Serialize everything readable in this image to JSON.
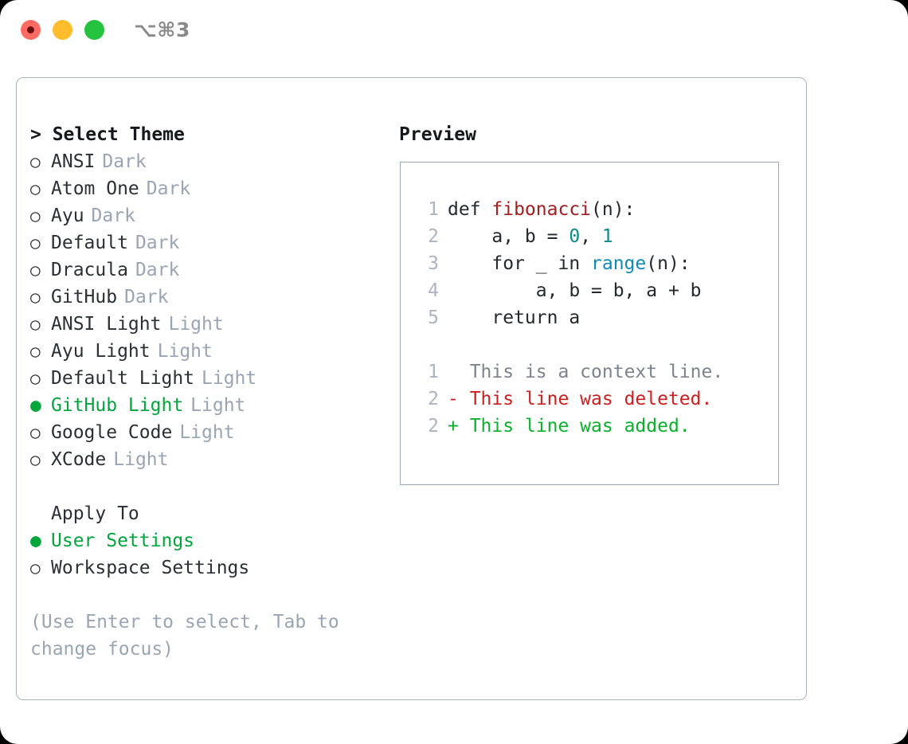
{
  "titlebar": {
    "shortcut": "⌥⌘3",
    "buttons": [
      {
        "name": "close",
        "color": "#ff6b63"
      },
      {
        "name": "minimize",
        "color": "#ffbd2e"
      },
      {
        "name": "maximize",
        "color": "#25c23f"
      }
    ]
  },
  "theme_picker": {
    "header": "> Select Theme",
    "options": [
      {
        "bullet": "○",
        "label": "ANSI",
        "tag": "Dark",
        "selected": false
      },
      {
        "bullet": "○",
        "label": "Atom One",
        "tag": "Dark",
        "selected": false
      },
      {
        "bullet": "○",
        "label": "Ayu",
        "tag": "Dark",
        "selected": false
      },
      {
        "bullet": "○",
        "label": "Default",
        "tag": "Dark",
        "selected": false
      },
      {
        "bullet": "○",
        "label": "Dracula",
        "tag": "Dark",
        "selected": false
      },
      {
        "bullet": "○",
        "label": "GitHub",
        "tag": "Dark",
        "selected": false
      },
      {
        "bullet": "○",
        "label": "ANSI Light",
        "tag": "Light",
        "selected": false
      },
      {
        "bullet": "○",
        "label": "Ayu Light",
        "tag": "Light",
        "selected": false
      },
      {
        "bullet": "○",
        "label": "Default Light",
        "tag": "Light",
        "selected": false
      },
      {
        "bullet": "●",
        "label": "GitHub Light",
        "tag": "Light",
        "selected": true
      },
      {
        "bullet": "○",
        "label": "Google Code",
        "tag": "Light",
        "selected": false
      },
      {
        "bullet": "○",
        "label": "XCode",
        "tag": "Light",
        "selected": false
      }
    ]
  },
  "apply_to": {
    "label": "Apply To",
    "options": [
      {
        "bullet": "●",
        "label": "User Settings",
        "selected": true
      },
      {
        "bullet": "○",
        "label": "Workspace Settings",
        "selected": false
      }
    ]
  },
  "hint": "(Use Enter to select, Tab to change focus)",
  "preview": {
    "header": "Preview",
    "code_lines": [
      {
        "num": "1",
        "segments": [
          {
            "text": "def ",
            "style": "plain"
          },
          {
            "text": "fibonacci",
            "style": "fn"
          },
          {
            "text": "(n):",
            "style": "plain"
          }
        ]
      },
      {
        "num": "2",
        "segments": [
          {
            "text": "    a, b = ",
            "style": "plain"
          },
          {
            "text": "0",
            "style": "num"
          },
          {
            "text": ", ",
            "style": "plain"
          },
          {
            "text": "1",
            "style": "num"
          }
        ]
      },
      {
        "num": "3",
        "segments": [
          {
            "text": "    for _ in ",
            "style": "plain"
          },
          {
            "text": "range",
            "style": "bi"
          },
          {
            "text": "(n):",
            "style": "plain"
          }
        ]
      },
      {
        "num": "4",
        "segments": [
          {
            "text": "        a, b = b, a + b",
            "style": "plain"
          }
        ]
      },
      {
        "num": "5",
        "segments": [
          {
            "text": "    return a",
            "style": "plain"
          }
        ]
      }
    ],
    "diff_lines": [
      {
        "num": "1",
        "marker": "  ",
        "text": "This is a context line.",
        "style": "ctx"
      },
      {
        "num": "2",
        "marker": "- ",
        "text": "This line was deleted.",
        "style": "del"
      },
      {
        "num": "2",
        "marker": "+ ",
        "text": "This line was added.",
        "style": "add"
      }
    ]
  },
  "colors": {
    "accent_green": "#03a63c",
    "muted": "#9aa5b4",
    "border": "#aab4c2",
    "function_red": "#a41d20",
    "number_teal": "#0d8a8a",
    "builtin_blue": "#0e8ab8",
    "diff_delete": "#cc1f1f",
    "diff_add": "#0cb02c"
  }
}
